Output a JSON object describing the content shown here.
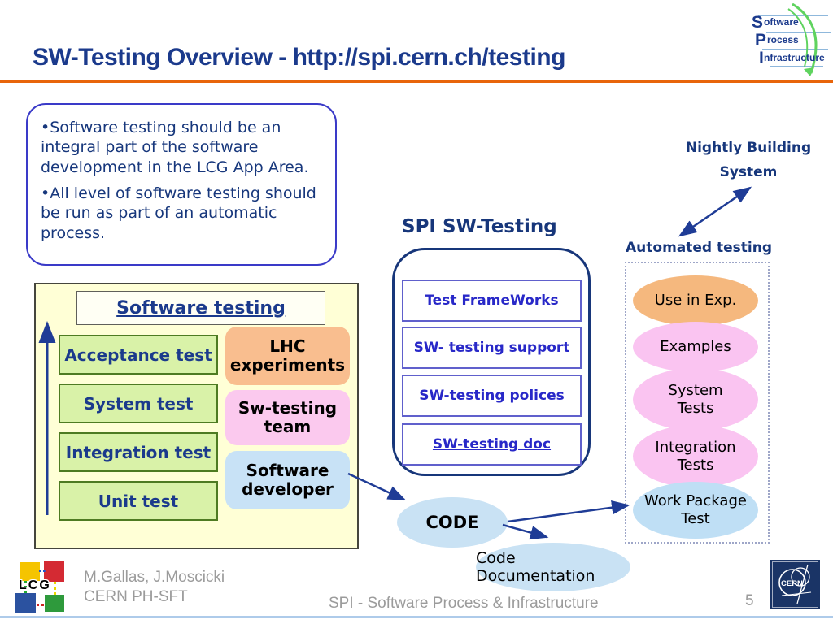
{
  "slide": {
    "title": "SW-Testing Overview - http://spi.cern.ch/testing",
    "page_number": "5"
  },
  "spi_logo": {
    "words": [
      {
        "initial": "S",
        "rest": "oftware"
      },
      {
        "initial": "P",
        "rest": "rocess"
      },
      {
        "initial": "I",
        "rest": "nfrastructure"
      }
    ]
  },
  "intro_box": {
    "bullets": [
      "•Software testing should be an integral part of the software development in the LCG App Area.",
      "•All level of software testing should be run as part of an automatic process."
    ]
  },
  "nightly_building": {
    "line1": "Nightly Building",
    "line2": "System"
  },
  "automated_testing": {
    "label": "Automated testing"
  },
  "spi_sw_testing": {
    "title": "SPI SW-Testing",
    "links": [
      {
        "label": "Test FrameWorks"
      },
      {
        "label": "SW- testing support"
      },
      {
        "label": "SW-testing polices"
      },
      {
        "label": "SW-testing doc"
      }
    ]
  },
  "test_pipeline": {
    "ovals": [
      {
        "label": "Use in Exp.",
        "color": "#F5B87E"
      },
      {
        "label": "Examples",
        "color": "#FAC4F1"
      },
      {
        "label": "System\nTests",
        "color": "#FAC4F1"
      },
      {
        "label": "Integration\nTests",
        "color": "#FAC4F1"
      },
      {
        "label": "Work Package\nTest",
        "color": "#BFDFF5"
      }
    ]
  },
  "software_testing_panel": {
    "title": "Software testing",
    "levels": [
      {
        "label": "Acceptance test"
      },
      {
        "label": "System test"
      },
      {
        "label": "Integration test"
      },
      {
        "label": "Unit test"
      }
    ],
    "actors": [
      {
        "label": "LHC\nexperiments",
        "color": "#F9BE8F"
      },
      {
        "label": "Sw-testing\nteam",
        "color": "#FBC9EE"
      },
      {
        "label": "Software\ndeveloper",
        "color": "#C8E2F6"
      }
    ]
  },
  "code_flow": {
    "code": "CODE",
    "code_documentation": "Code Documentation"
  },
  "footer": {
    "authors": "M.Gallas, J.Moscicki",
    "affiliation": "CERN  PH-SFT",
    "center_text": "SPI - Software Process & Infrastructure",
    "lcg_label": "LCG",
    "cern_label": "CERN"
  },
  "colors": {
    "title_navy": "#1B3A8C",
    "divider_orange": "#E8650A",
    "link_blue": "#2828C8",
    "arrow_navy": "#1F3C96",
    "panel_yellow": "#FFFFD6",
    "level_green": "#D9F2A8",
    "footer_gray": "#9B9B9B",
    "bottom_line_blue": "#AECBEA"
  }
}
